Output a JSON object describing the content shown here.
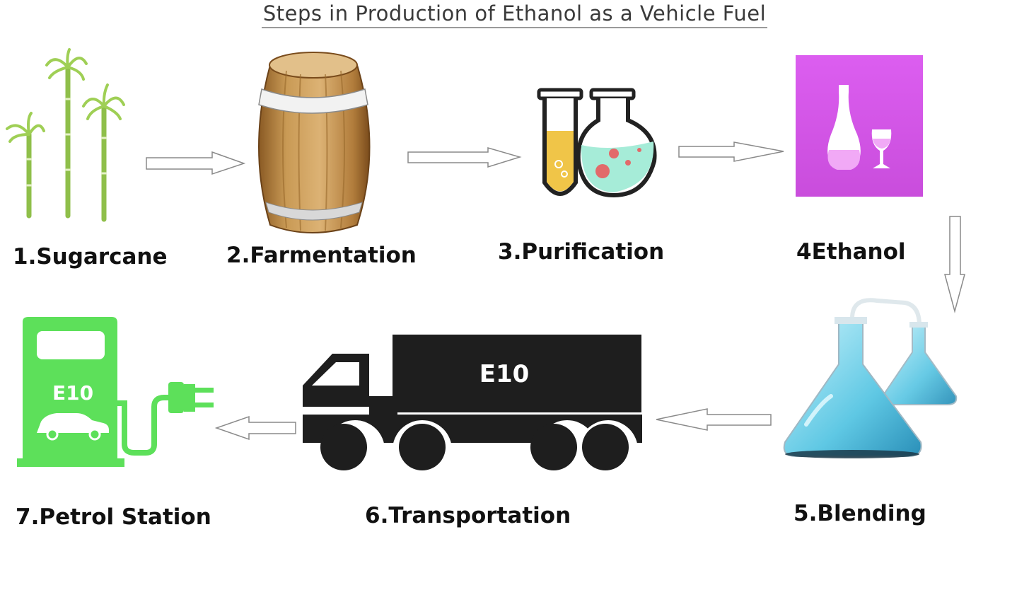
{
  "title": "Steps in Production of Ethanol as a Vehicle Fuel",
  "steps": [
    {
      "label": "1.Sugarcane",
      "icon": "sugarcane-icon"
    },
    {
      "label": "2.Farmentation",
      "icon": "barrel-icon"
    },
    {
      "label": "3.Purification",
      "icon": "lab-flasks-icon"
    },
    {
      "label": "4Ethanol",
      "icon": "ethanol-bottle-icon"
    },
    {
      "label": "5.Blending",
      "icon": "blending-flasks-icon"
    },
    {
      "label": "6.Transportation",
      "icon": "tanker-truck-icon"
    },
    {
      "label": "7.Petrol Station",
      "icon": "fuel-pump-icon"
    }
  ],
  "truck_tag": "E10",
  "pump_tag": "E10",
  "colors": {
    "pump_green": "#5de05a",
    "ethanol_bg": "#d957e6",
    "flask_blue": "#6fd0e8",
    "barrel_wood": "#c99a55",
    "sugarcane_green": "#a9d46b"
  }
}
